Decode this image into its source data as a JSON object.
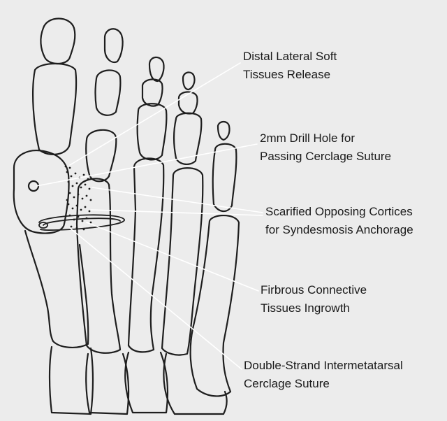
{
  "labels": {
    "distal_release": "Distal Lateral Soft\nTissues Release",
    "drill_hole": "2mm Drill Hole for\nPassing Cerclage Suture",
    "scarified_cortices": "Scarified Opposing Cortices\nfor Syndesmosis Anchorage",
    "fibrous_ingrowth": "Firbrous Connective\nTissues Ingrowth",
    "cerclage_suture": "Double-Strand Intermetatarsal\nCerclage Suture"
  },
  "colors": {
    "paper": "#ececec",
    "line": "#1e1e1e",
    "leader": "#ffffff"
  }
}
